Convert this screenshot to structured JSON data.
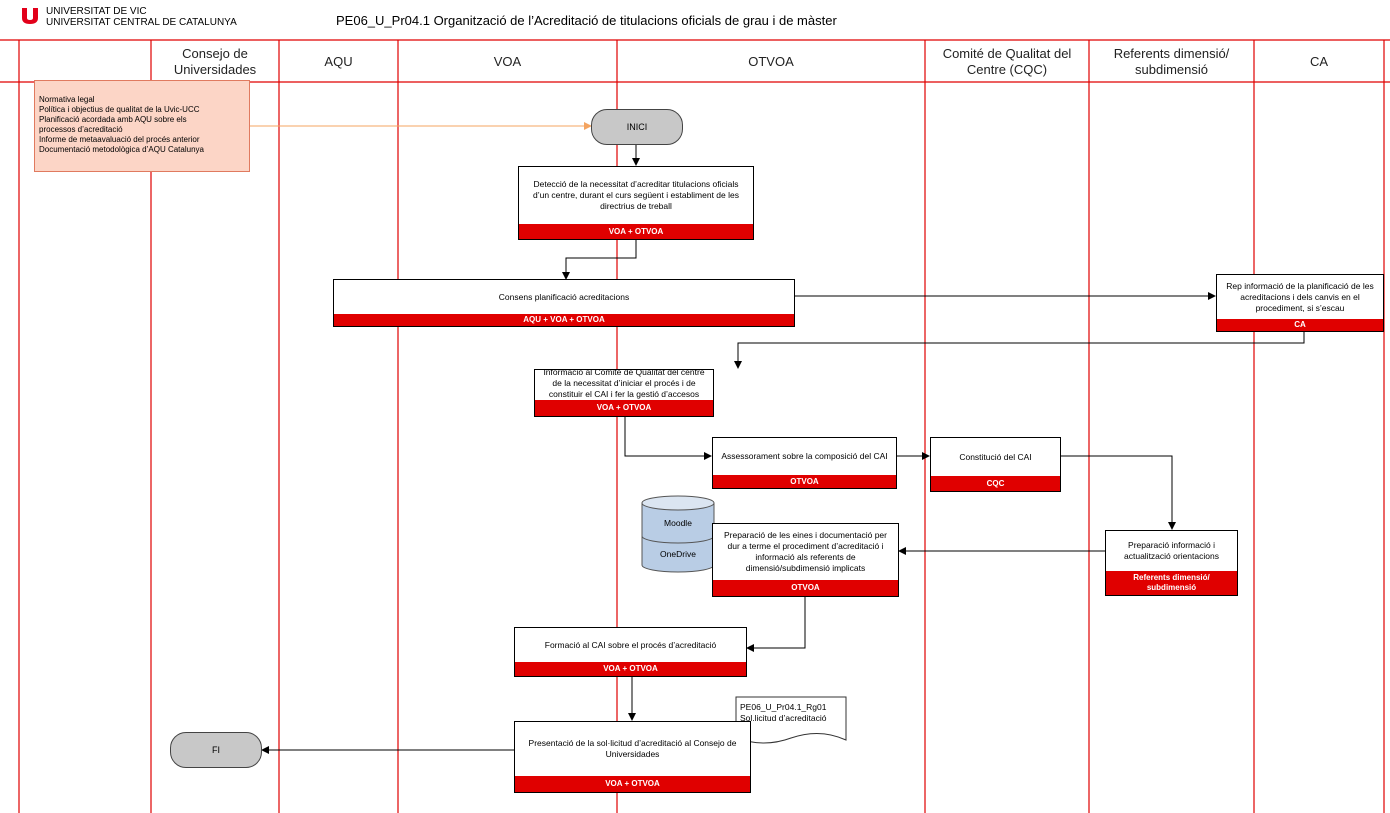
{
  "header": {
    "university_line1": "UNIVERSITAT DE VIC",
    "university_line2": "UNIVERSITAT CENTRAL DE CATALUNYA",
    "title": "PE06_U_Pr04.1 Organització de l’Acreditació de titulacions oficials de grau i de màster",
    "brand_color": "#e2001a"
  },
  "lanes": [
    {
      "label": "Consejo de\nUniversidades"
    },
    {
      "label": "AQU"
    },
    {
      "label": "VOA"
    },
    {
      "label": "OTVOA"
    },
    {
      "label": "Comité de Qualitat del\nCentre (CQC)"
    },
    {
      "label": "Referents dimensió/\nsubdimensió"
    },
    {
      "label": "CA"
    }
  ],
  "inputs": {
    "items": [
      "Normativa legal",
      "Política i objectius de qualitat de la Uvic-UCC",
      "Planificació acordada amb AQU sobre els\nprocessos d’acreditació",
      "Informe de metaavaluació del procés anterior",
      "Documentació metodològica d’AQU Catalunya"
    ]
  },
  "start": {
    "label": "INICI"
  },
  "end": {
    "label": "FI"
  },
  "steps": {
    "s1": {
      "text": "Detecció de la necessitat d’acreditar titulacions oficials d’un centre, durant el curs següent i establiment de les directrius de treball",
      "owner": "VOA + OTVOA"
    },
    "s2": {
      "text": "Consens planificació acreditacions",
      "owner": "AQU + VOA + OTVOA"
    },
    "s3": {
      "text": "Rep informació de la planificació de les acreditacions i dels canvis en el procediment, si s’escau",
      "owner": "CA"
    },
    "s4": {
      "text": "Informació al Comitè de Qualitat del centre de la necessitat d’iniciar el procés i de constituir el CAI i fer la gestió d’accesos",
      "owner": "VOA + OTVOA"
    },
    "s5": {
      "text": "Assessorament sobre la composició del CAI",
      "owner": "OTVOA"
    },
    "s6": {
      "text": "Constitució del CAI",
      "owner": "CQC"
    },
    "s7": {
      "text": "Preparació informació i actualització orientacions",
      "owner": "Referents dimensió/\nsubdimensió"
    },
    "s8": {
      "text": "Preparació de les eines i documentació per dur a terme el procediment d’acreditació i informació als referents de dimensió/subdimensió implicats",
      "owner": "OTVOA"
    },
    "s9": {
      "text": "Formació al CAI sobre el procés d’acreditació",
      "owner": "VOA + OTVOA"
    },
    "s10": {
      "text": "Presentació de la sol·licitud d’acreditació al Consejo de Universidades",
      "owner": "VOA + OTVOA"
    }
  },
  "databases": {
    "top": "Moodle",
    "bottom": "OneDrive"
  },
  "document": {
    "line1": "PE06_U_Pr04.1_Rg01",
    "line2": "Sol.licitud d’acreditació"
  }
}
